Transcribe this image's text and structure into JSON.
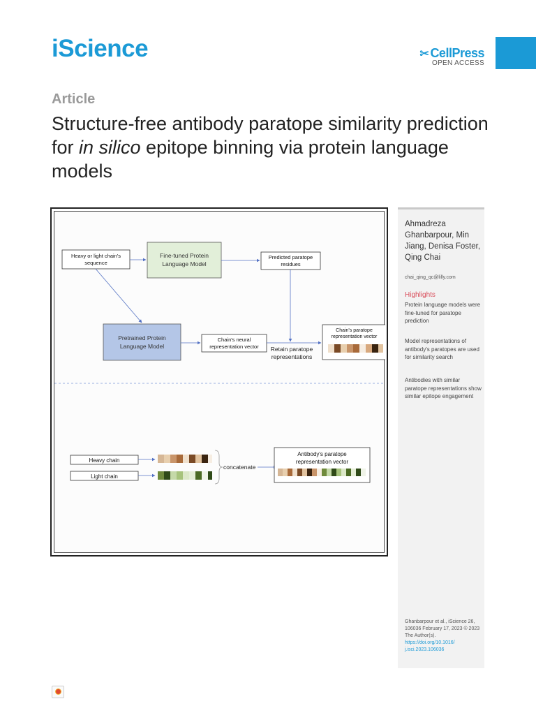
{
  "header": {
    "journal": "iScience",
    "publisher": "CellPress",
    "open_access": "OPEN ACCESS",
    "brand_color": "#1b9ad6"
  },
  "article": {
    "type_label": "Article",
    "title_part1": "Structure-free antibody paratope similarity prediction for ",
    "title_italic": "in silico",
    "title_part2": " epitope binning via protein language models"
  },
  "graphical_abstract": {
    "heavy_light_sequence_line1": "Heavy or light chain's",
    "heavy_light_sequence_line2": "sequence",
    "finetuned_line1": "Fine-tuned Protein",
    "finetuned_line2": "Language Model",
    "predicted_line1": "Predicted paratope",
    "predicted_line2": "residues",
    "pretrained_line1": "Pretrained Protein",
    "pretrained_line2": "Language Model",
    "neural_line1": "Chain's neural",
    "neural_line2": "representation vector",
    "retain_line1": "Retain paratope",
    "retain_line2": "representations",
    "chain_vec_line1": "Chain's paratope",
    "chain_vec_line2": "representation vector",
    "heavy_chain": "Heavy chain",
    "light_chain": "Light chain",
    "concatenate": "concatenate",
    "antibody_vec_line1": "Antibody's paratope",
    "antibody_vec_line2": "representation vector",
    "colors": {
      "finetuned_fill": "#e2efd9",
      "pretrained_fill": "#b4c6e7",
      "heavy_palette": [
        "#d6b796",
        "#c9956a",
        "#f0e0cc",
        "#a86a3a",
        "#e8cfae",
        "#7a4a26",
        "#d8a97e",
        "#3a2410"
      ],
      "light_palette": [
        "#c5d9a8",
        "#6f8a3c",
        "#e5eed6",
        "#2f4a18",
        "#a7c37c",
        "#dce8c8",
        "#4b6a24",
        "#f0f4e8"
      ]
    }
  },
  "sidebar": {
    "authors": "Ahmadreza Ghanbarpour, Min Jiang, Denisa Foster, Qing Chai",
    "email": "chai_qing_qc@lilly.com",
    "highlights_title": "Highlights",
    "highlights": [
      "Protein language models were fine-tuned for paratope prediction",
      "Model representations of antibody's paratopes are used for similarity search",
      "Antibodies with similar paratope representations show similar epitope engagement"
    ],
    "citation": "Ghanbarpour et al., iScience 26, 106036 February 17, 2023 © 2023 The Author(s).",
    "doi": "https://doi.org/10.1016/ j.isci.2023.106036"
  }
}
